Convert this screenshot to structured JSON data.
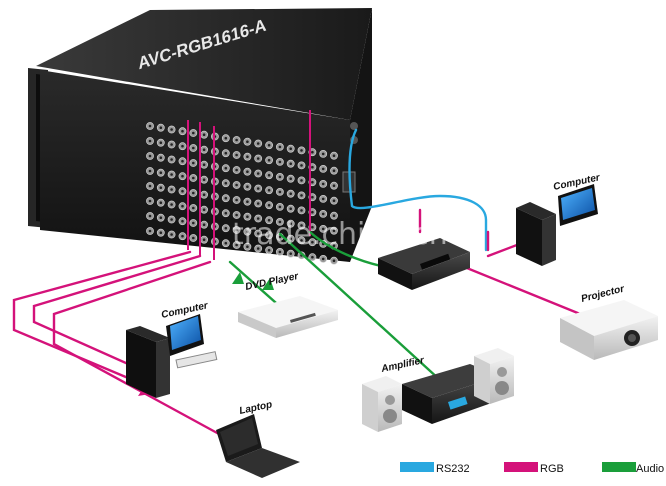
{
  "device": {
    "model": "AVC-RGB1616-A"
  },
  "watermark": "trade.china.cn",
  "labels": {
    "computer_left": "Computer",
    "computer_right": "Computer",
    "dvd_player": "DVD Player",
    "amplifier": "Amplifier",
    "laptop": "Laptop",
    "projector": "Projector"
  },
  "legend": [
    {
      "label": "RS232",
      "color": "#29a8e0"
    },
    {
      "label": "RGB",
      "color": "#d4127a"
    },
    {
      "label": "Audio",
      "color": "#1a9e3a"
    }
  ],
  "colors": {
    "rs232": "#29a8e0",
    "rgb": "#d4127a",
    "audio": "#1a9e3a",
    "chassis": "#1c1c1c"
  }
}
